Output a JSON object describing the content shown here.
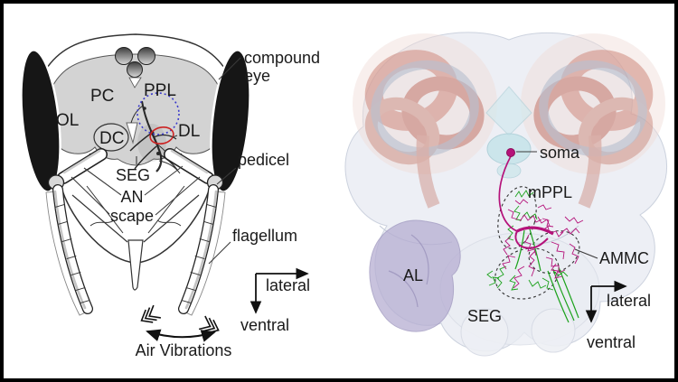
{
  "figure": {
    "background": "#ffffff",
    "frame_color": "#000000"
  },
  "left_panel": {
    "name": "head-schematic",
    "labels": {
      "compound_eye_line1": "compound",
      "compound_eye_line2": "eye",
      "pc": "PC",
      "ppl": "PPL",
      "ol": "OL",
      "dc": "DC",
      "dl": "DL",
      "seg": "SEG",
      "an": "AN",
      "scape": "scape",
      "pedicel": "pedicel",
      "flagellum": "flagellum",
      "axis_lateral": "lateral",
      "axis_ventral": "ventral",
      "air_vibrations": "Air Vibrations"
    },
    "colors": {
      "eye_fill": "#161616",
      "brain_fill": "#d3d3d3",
      "ppl_circle": "#3a3acc",
      "dl_ellipse": "#cc2222",
      "neuron": "#111111"
    }
  },
  "right_panel": {
    "name": "brain-3d-reconstruction",
    "labels": {
      "soma": "soma",
      "mppl": "mPPL",
      "al": "AL",
      "ammc": "AMMC",
      "seg": "SEG",
      "axis_lateral": "lateral",
      "axis_ventral": "ventral"
    },
    "colors": {
      "neuron_magenta": "#b5127a",
      "neuron_green": "#1ca21c",
      "mushroom_body": "#d08a7e",
      "antennal_lobe": "#b6aed2",
      "central_complex": "#c6e4ea",
      "brain_surface": "#edeff5"
    }
  }
}
